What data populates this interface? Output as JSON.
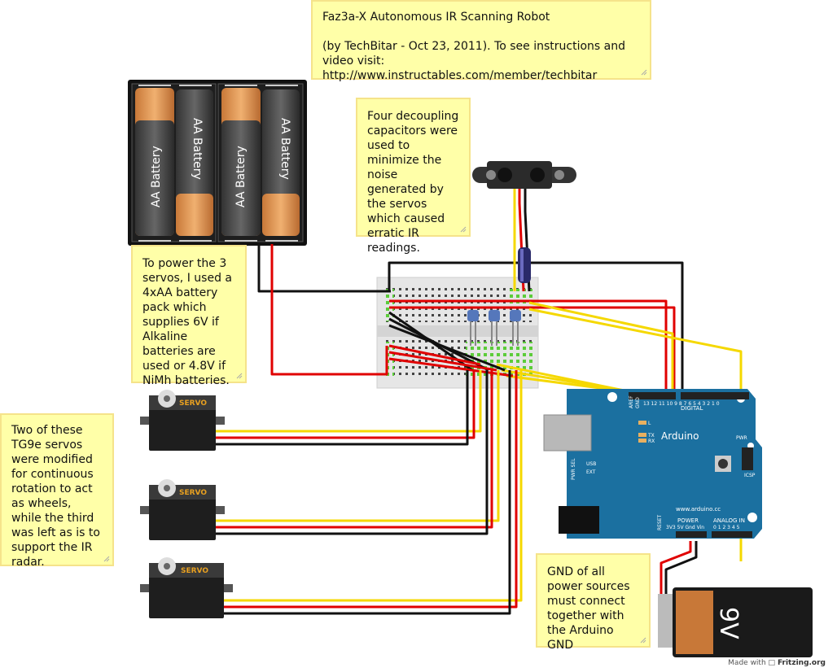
{
  "notes": {
    "title_note": {
      "title": "Faz3a-X Autonomous IR Scanning Robot",
      "body": "(by TechBitar - Oct 23, 2011). To see instructions and video visit: http://www.instructables.com/member/techbitar"
    },
    "capacitor_note": "Four decoupling capacitors were used to minimize the noise generated by the servos which caused erratic IR readings.",
    "battery_note": "To power the 3 servos, I used a 4xAA battery pack which supplies 6V if Alkaline batteries are used or 4.8V if NiMh batteries.",
    "servo_note": "Two of these TG9e servos were modified for continuous rotation to act as wheels, while the third was left as is to support the IR radar.",
    "gnd_note": "GND of all power sources must connect together with the Arduino GND"
  },
  "battery_pack": {
    "cells": [
      "AA Battery",
      "AA Battery",
      "AA Battery",
      "AA Battery"
    ]
  },
  "servos": [
    {
      "label": "SERVO"
    },
    {
      "label": "SERVO"
    },
    {
      "label": "SERVO"
    }
  ],
  "arduino": {
    "name": "Arduino",
    "url": "www.arduino.cc",
    "digital_label": "DIGITAL",
    "analog_label": "ANALOG IN",
    "power_label": "POWER",
    "aref": "AREF",
    "gnd": "GND",
    "tx": "TX",
    "rx": "RX",
    "pwr_sel": "PWR SEL",
    "usb": "USB",
    "ext": "EXT",
    "reset": "RESET",
    "icsp": "ICSP",
    "pwr": "PWR",
    "l": "L",
    "power_pins": "3V3 5V Gnd Vin",
    "digital_pins": "13 12 11 10 9 8   7 6 5 4 3 2 1 0",
    "analog_pins": "0 1 2 3 4 5"
  },
  "battery_9v": {
    "label": "9V"
  },
  "footer": {
    "prefix": "Made with",
    "brand": "Fritzing.org"
  },
  "colors": {
    "note_bg": "#ffffa8",
    "wire_red": "#e00000",
    "wire_black": "#111111",
    "wire_yellow": "#f5d800",
    "arduino_blue": "#1b70a0"
  }
}
